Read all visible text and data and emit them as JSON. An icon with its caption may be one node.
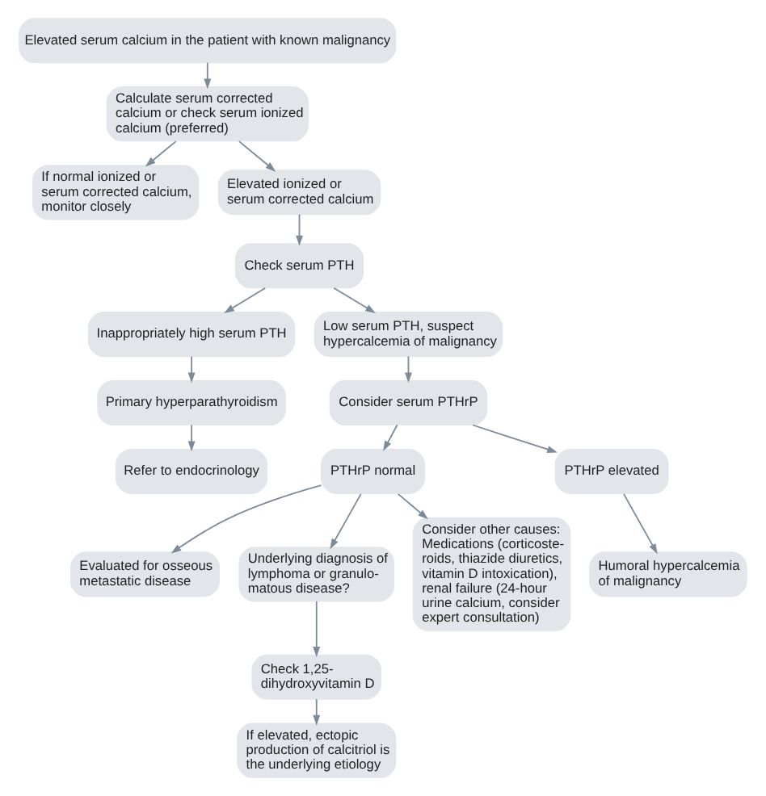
{
  "diagram": {
    "nodes": [
      {
        "text": [
          "Elevated serum calcium in the patient with known malignancy"
        ]
      },
      {
        "text": [
          "Calculate serum corrected calcium or check serum ionized calcium (preferred)"
        ]
      },
      {
        "text": [
          "If normal ionized or serum corrected calcium, monitor closely"
        ]
      },
      {
        "text": [
          "Elevated ionized or serum corrected calcium"
        ]
      },
      {
        "text": [
          "Check serum PTH"
        ]
      },
      {
        "text": [
          "Inappropriately high serum PTH"
        ]
      },
      {
        "text": [
          "Low serum PTH, suspect hypercalcemia of malignancy"
        ]
      },
      {
        "text": [
          "Primary hyperparathyroidism"
        ]
      },
      {
        "text": [
          "Consider serum PTHrP"
        ]
      },
      {
        "text": [
          "Refer to endocrinology"
        ]
      },
      {
        "text": [
          "PTHrP normal"
        ]
      },
      {
        "text": [
          "PTHrP elevated"
        ]
      },
      {
        "text": [
          "Evaluated for osseous metastatic disease"
        ]
      },
      {
        "text": [
          "Humoral hypercalcemia of malignancy"
        ]
      },
      {
        "text": [
          "Underlying diagnosis of lymphoma or granulo- matous disease?"
        ]
      },
      {
        "text": [
          "Consider other causes: Medications (corticoste- roids, thiazide diuretics, vitamin D intoxication), renal failure (24-hour urine calcium, consider expert consultation)"
        ]
      },
      {
        "text": [
          "Check 1,25- dihydroxyvitamin D"
        ]
      },
      {
        "text": [
          "If elevated, ectopic production of calcitriol is the underlying etiology"
        ]
      }
    ],
    "edges": [
      {
        "from": 0,
        "to": 1,
        "arrow": "to"
      },
      {
        "from": 1,
        "to": 2,
        "arrow": "to"
      },
      {
        "from": 1,
        "to": 3,
        "arrow": "to"
      },
      {
        "from": 3,
        "to": 4,
        "arrow": "to"
      },
      {
        "from": 4,
        "to": 5,
        "arrow": "to"
      },
      {
        "from": 4,
        "to": 6,
        "arrow": "to"
      },
      {
        "from": 5,
        "to": 7,
        "arrow": "to"
      },
      {
        "from": 7,
        "to": 9,
        "arrow": "to"
      },
      {
        "from": 6,
        "to": 8,
        "arrow": "to"
      },
      {
        "from": 8,
        "to": 10,
        "arrow": "to"
      },
      {
        "from": 8,
        "to": 11,
        "arrow": "to"
      },
      {
        "from": 10,
        "to": 12,
        "arrow": "to"
      },
      {
        "from": 10,
        "to": 15,
        "arrow": "to"
      },
      {
        "from": 10,
        "to": 14,
        "arrow": "to"
      },
      {
        "from": 11,
        "to": 13,
        "arrow": "to"
      },
      {
        "from": 14,
        "to": 16,
        "arrow": "to"
      },
      {
        "from": 16,
        "to": 17,
        "arrow": "to"
      }
    ]
  }
}
